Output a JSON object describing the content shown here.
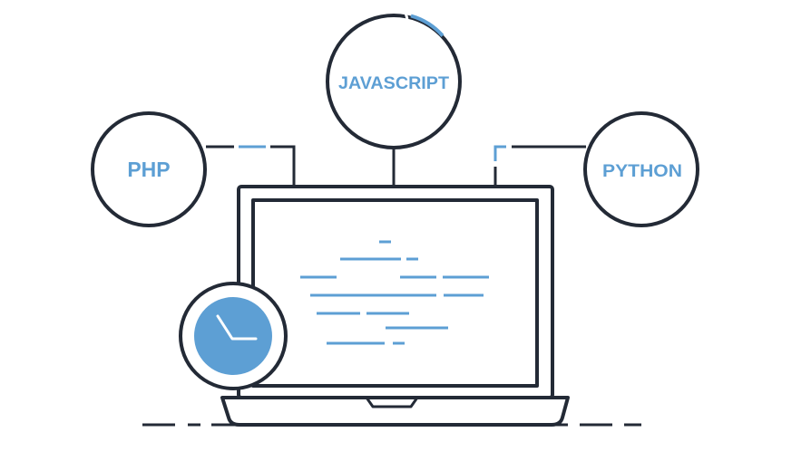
{
  "colors": {
    "outline": "#232a36",
    "accent": "#5d9fd4",
    "background": "#ffffff"
  },
  "bubbles": {
    "php": {
      "label": "PHP"
    },
    "javascript": {
      "label": "JAVASCRIPT"
    },
    "python": {
      "label": "PYTHON"
    }
  },
  "icons": {
    "laptop": "laptop-icon",
    "clock": "clock-icon",
    "code": "code-lines-icon"
  }
}
